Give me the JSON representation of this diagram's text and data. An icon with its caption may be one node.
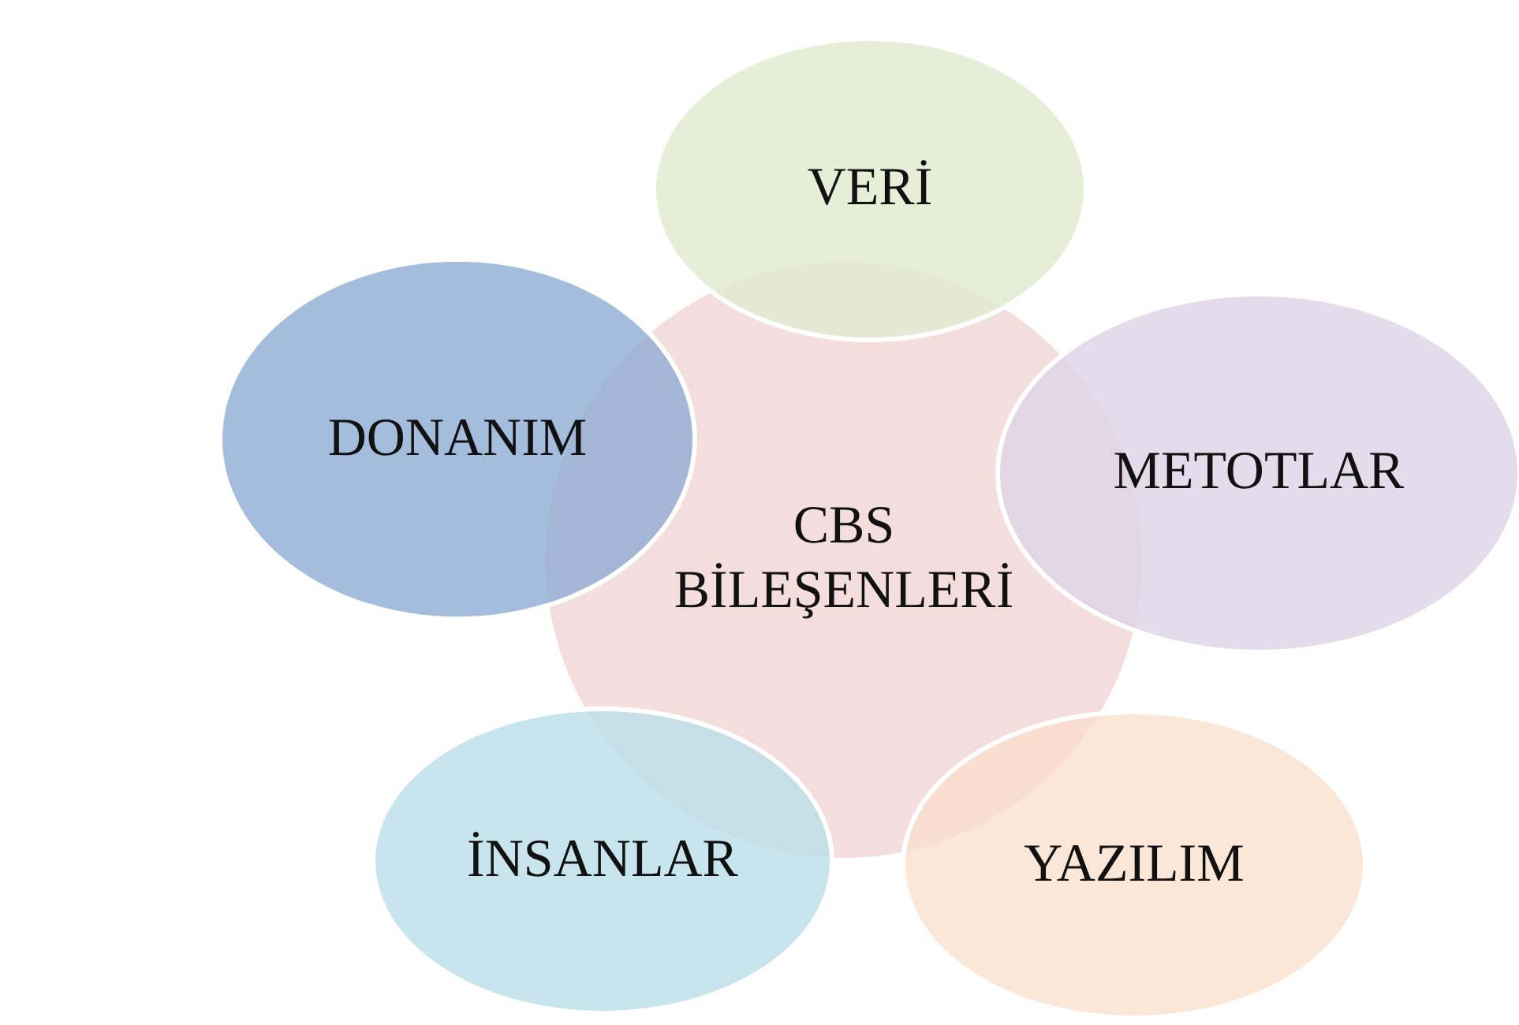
{
  "diagram": {
    "nodes": [
      {
        "text": [
          "CBS BİLEŞENLERİ"
        ]
      },
      {
        "text": [
          "VERİ"
        ]
      },
      {
        "text": [
          "DONANIM"
        ]
      },
      {
        "text": [
          "METOTLAR"
        ]
      },
      {
        "text": [
          "İNSANLAR"
        ]
      },
      {
        "text": [
          "YAZILIM"
        ]
      }
    ]
  }
}
